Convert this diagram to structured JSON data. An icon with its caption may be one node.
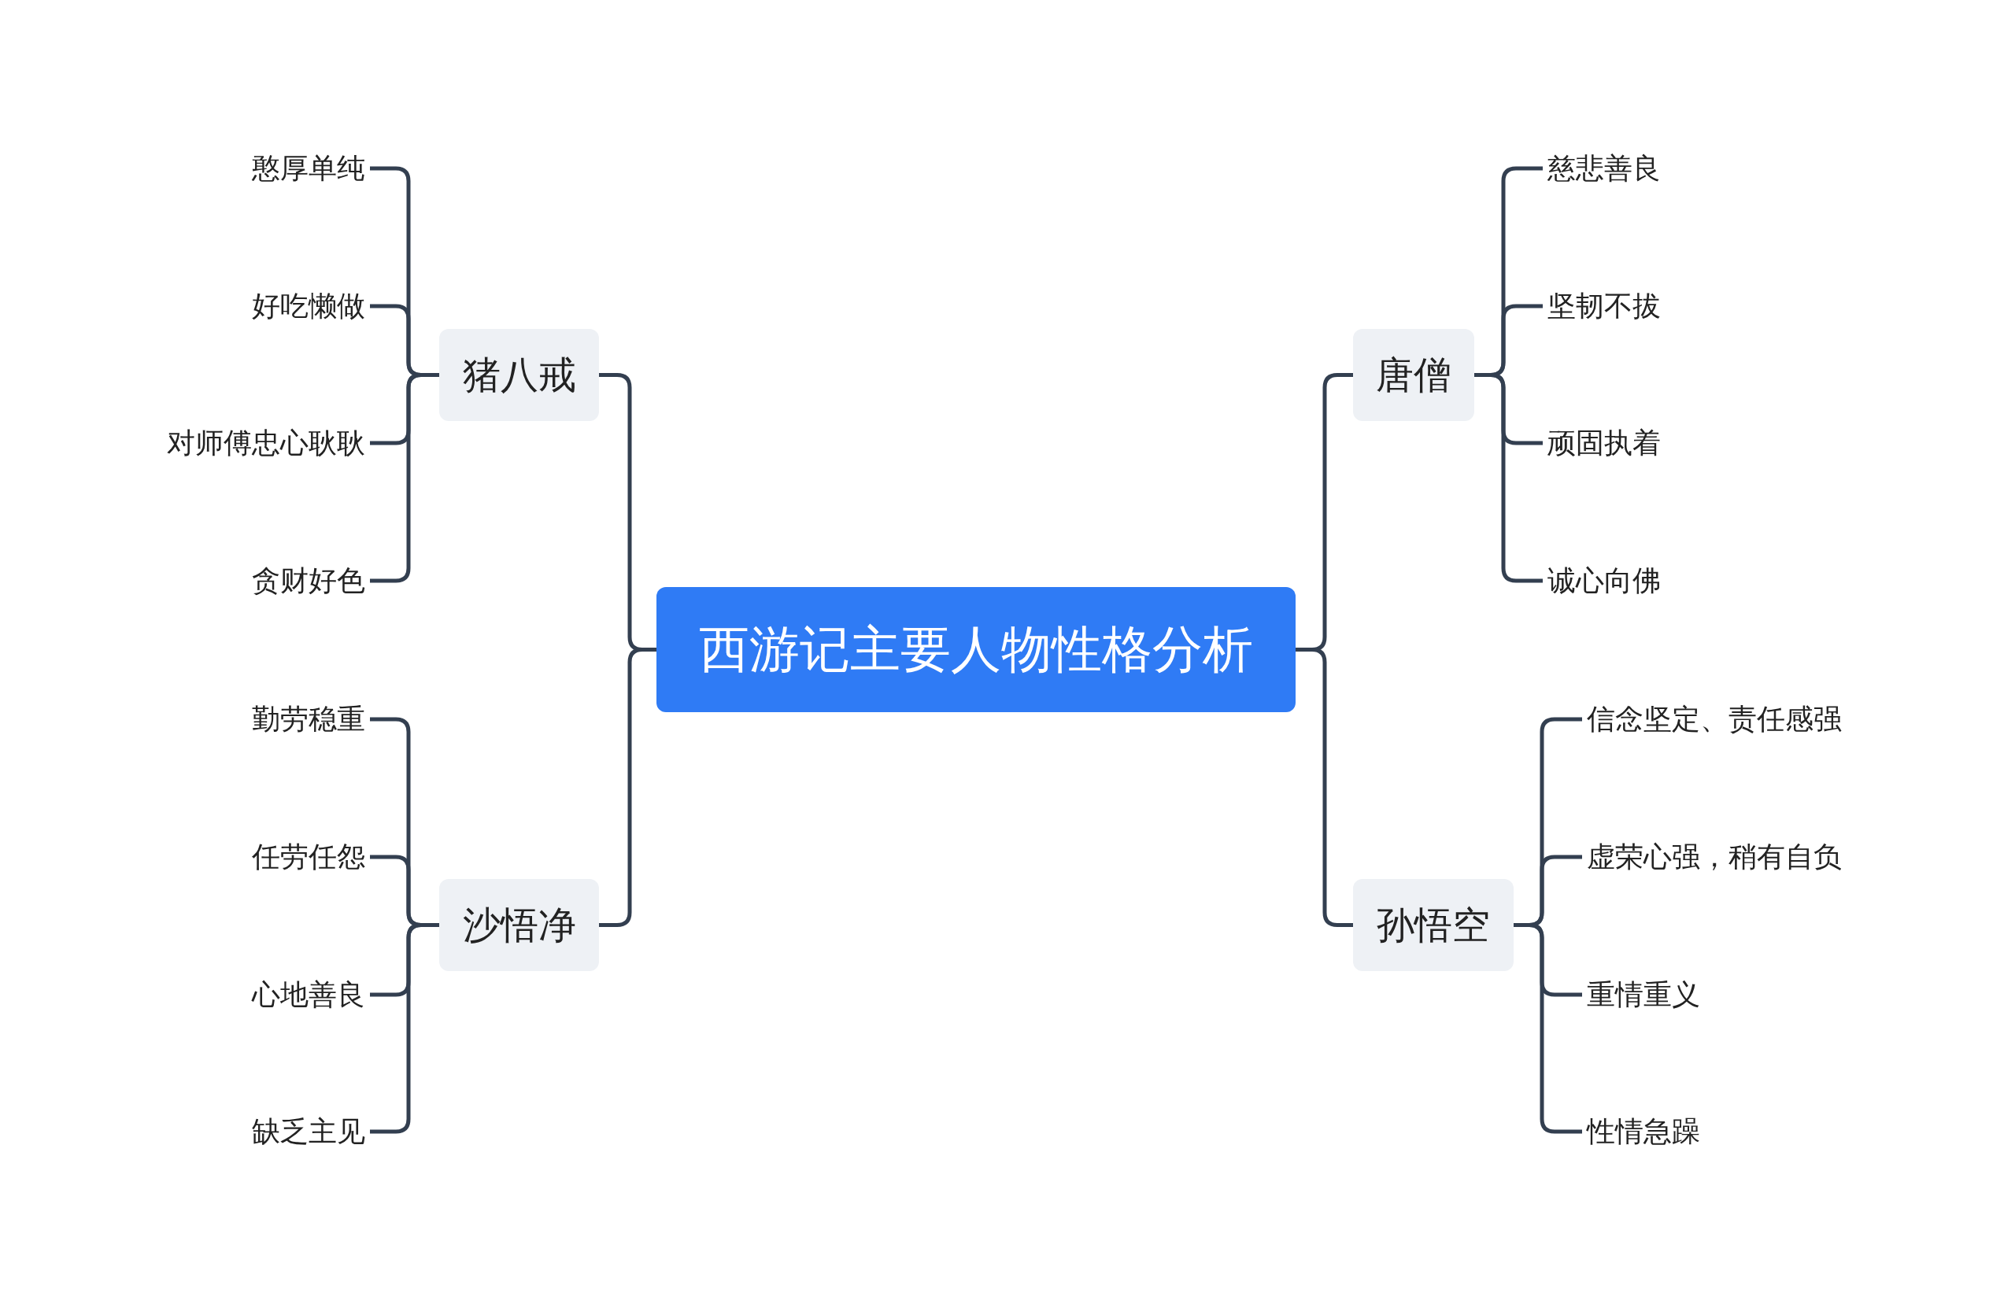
{
  "diagram": {
    "nodes": [
      {
        "text": [
          "西游记主要人物性格分析"
        ]
      },
      {
        "text": [
          "猪八戒"
        ]
      },
      {
        "text": [
          "憨厚单纯"
        ]
      },
      {
        "text": [
          "好吃懒做"
        ]
      },
      {
        "text": [
          "对师傅忠心耿耿"
        ]
      },
      {
        "text": [
          "贪财好色"
        ]
      },
      {
        "text": [
          "沙悟净"
        ]
      },
      {
        "text": [
          "勤劳稳重"
        ]
      },
      {
        "text": [
          "任劳任怨"
        ]
      },
      {
        "text": [
          "心地善良"
        ]
      },
      {
        "text": [
          "缺乏主见"
        ]
      },
      {
        "text": [
          "唐僧"
        ]
      },
      {
        "text": [
          "慈悲善良"
        ]
      },
      {
        "text": [
          "坚韧不拔"
        ]
      },
      {
        "text": [
          "顽固执着"
        ]
      },
      {
        "text": [
          "诚心向佛"
        ]
      },
      {
        "text": [
          "孙悟空"
        ]
      },
      {
        "text": [
          "信念坚定、责任感强"
        ]
      },
      {
        "text": [
          "虚荣心强，稍有自负"
        ]
      },
      {
        "text": [
          "重情重义"
        ]
      },
      {
        "text": [
          "性情急躁"
        ]
      }
    ],
    "edges": [
      {
        "from": 0,
        "to": 1,
        "arrow": "none"
      },
      {
        "from": 1,
        "to": 2,
        "arrow": "none"
      },
      {
        "from": 1,
        "to": 3,
        "arrow": "none"
      },
      {
        "from": 1,
        "to": 4,
        "arrow": "none"
      },
      {
        "from": 1,
        "to": 5,
        "arrow": "none"
      },
      {
        "from": 0,
        "to": 6,
        "arrow": "none"
      },
      {
        "from": 6,
        "to": 7,
        "arrow": "none"
      },
      {
        "from": 6,
        "to": 8,
        "arrow": "none"
      },
      {
        "from": 6,
        "to": 9,
        "arrow": "none"
      },
      {
        "from": 6,
        "to": 10,
        "arrow": "none"
      },
      {
        "from": 0,
        "to": 11,
        "arrow": "none"
      },
      {
        "from": 11,
        "to": 12,
        "arrow": "none"
      },
      {
        "from": 11,
        "to": 13,
        "arrow": "none"
      },
      {
        "from": 11,
        "to": 14,
        "arrow": "none"
      },
      {
        "from": 11,
        "to": 15,
        "arrow": "none"
      },
      {
        "from": 0,
        "to": 16,
        "arrow": "none"
      },
      {
        "from": 16,
        "to": 17,
        "arrow": "none"
      },
      {
        "from": 16,
        "to": 18,
        "arrow": "none"
      },
      {
        "from": 16,
        "to": 19,
        "arrow": "none"
      },
      {
        "from": 16,
        "to": 20,
        "arrow": "none"
      }
    ]
  }
}
